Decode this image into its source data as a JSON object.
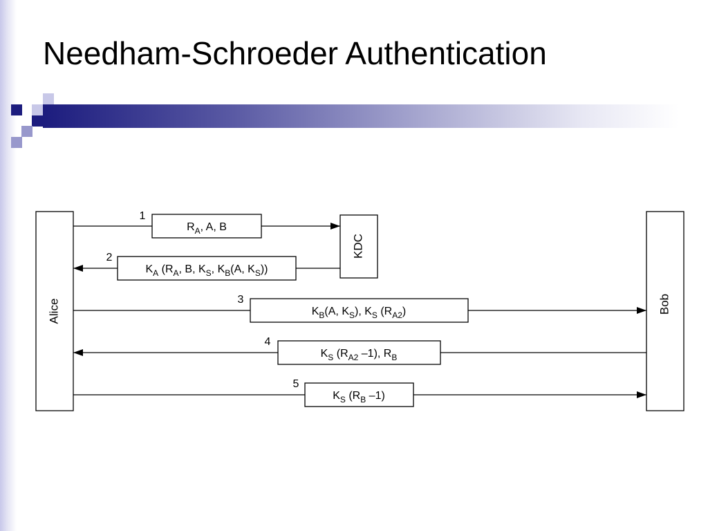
{
  "slide": {
    "title": "Needham-Schroeder Authentication"
  },
  "diagram": {
    "entities": {
      "alice": "Alice",
      "kdc": "KDC",
      "bob": "Bob"
    },
    "messages": [
      {
        "step": "1",
        "from": "Alice",
        "to": "KDC",
        "label": [
          {
            "t": "R"
          },
          {
            "t": "A",
            "sub": true
          },
          {
            "t": ", A, B"
          }
        ]
      },
      {
        "step": "2",
        "from": "KDC",
        "to": "Alice",
        "label": [
          {
            "t": "K"
          },
          {
            "t": "A",
            "sub": true
          },
          {
            "t": " (R"
          },
          {
            "t": "A",
            "sub": true
          },
          {
            "t": ", B, K"
          },
          {
            "t": "S",
            "sub": true
          },
          {
            "t": ", K"
          },
          {
            "t": "B",
            "sub": true
          },
          {
            "t": "(A, K"
          },
          {
            "t": "S",
            "sub": true
          },
          {
            "t": "))"
          }
        ]
      },
      {
        "step": "3",
        "from": "Alice",
        "to": "Bob",
        "label": [
          {
            "t": "K"
          },
          {
            "t": "B",
            "sub": true
          },
          {
            "t": "(A, K"
          },
          {
            "t": "S",
            "sub": true
          },
          {
            "t": "), K"
          },
          {
            "t": "S",
            "sub": true
          },
          {
            "t": " (R"
          },
          {
            "t": "A2",
            "sub": true
          },
          {
            "t": ")"
          }
        ]
      },
      {
        "step": "4",
        "from": "Bob",
        "to": "Alice",
        "label": [
          {
            "t": "K"
          },
          {
            "t": "S",
            "sub": true
          },
          {
            "t": " (R"
          },
          {
            "t": "A2",
            "sub": true
          },
          {
            "t": " –1), R"
          },
          {
            "t": "B",
            "sub": true
          }
        ]
      },
      {
        "step": "5",
        "from": "Alice",
        "to": "Bob",
        "label": [
          {
            "t": "K"
          },
          {
            "t": "S",
            "sub": true
          },
          {
            "t": " (R"
          },
          {
            "t": "B",
            "sub": true
          },
          {
            "t": " –1)"
          }
        ]
      }
    ]
  }
}
